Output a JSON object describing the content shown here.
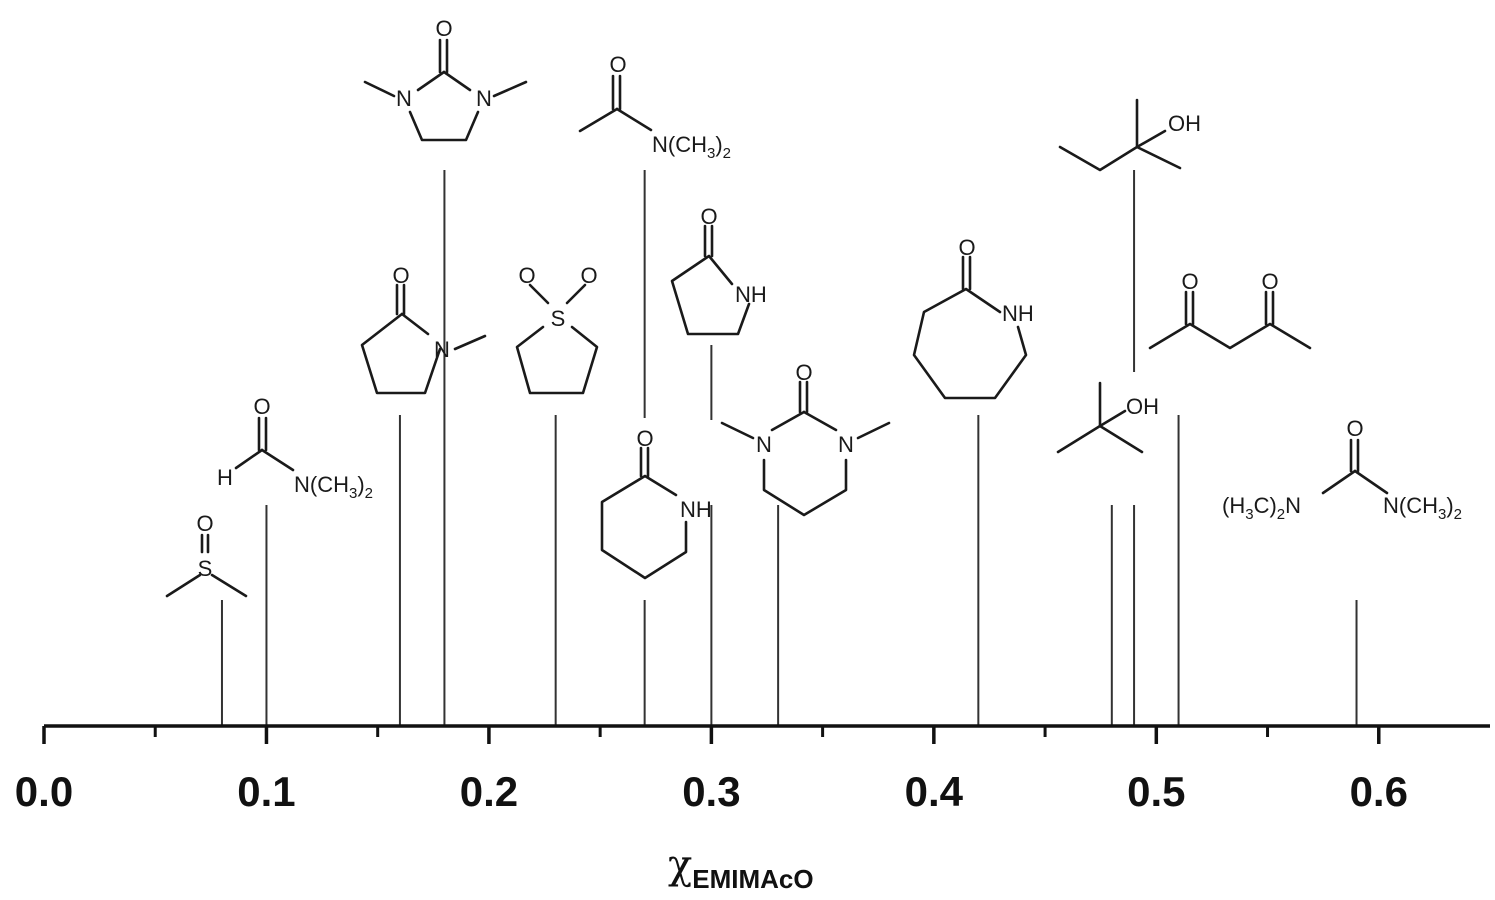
{
  "chart_data": {
    "type": "bar",
    "xlabel_main": "χ",
    "xlabel_sub": "EMIMAcO",
    "xlim": [
      0.0,
      0.65
    ],
    "major_ticks": [
      0.0,
      0.1,
      0.2,
      0.3,
      0.4,
      0.5,
      0.6
    ],
    "tick_labels": [
      "0.0",
      "0.1",
      "0.2",
      "0.3",
      "0.4",
      "0.5",
      "0.6"
    ],
    "minor_ticks": [
      0.05,
      0.15,
      0.25,
      0.35,
      0.45,
      0.55
    ],
    "grid": false,
    "legend": "none",
    "points": [
      {
        "x": 0.08,
        "structure": "dimethyl-sulfoxide",
        "level": 1
      },
      {
        "x": 0.1,
        "structure": "dimethylformamide",
        "level": 2
      },
      {
        "x": 0.16,
        "structure": "n-methyl-pyrrolidone",
        "level": 3
      },
      {
        "x": 0.18,
        "structure": "dimethyl-imidazolidinone",
        "level": 5
      },
      {
        "x": 0.23,
        "structure": "sulfolane",
        "level": 3
      },
      {
        "x": 0.27,
        "structure": "delta-valerolactam",
        "level": 1
      },
      {
        "x": 0.27,
        "structure": "dimethylacetamide",
        "level": 5
      },
      {
        "x": 0.3,
        "structure": "dimethyl-propyleneurea",
        "level": 2
      },
      {
        "x": 0.3,
        "structure": "2-pyrrolidone",
        "level": 4
      },
      {
        "x": 0.33,
        "structure": "dimethyl-propyleneurea",
        "level": 2
      },
      {
        "x": 0.42,
        "structure": "epsilon-caprolactam",
        "level": 3
      },
      {
        "x": 0.48,
        "structure": "tert-butanol",
        "level": 2
      },
      {
        "x": 0.49,
        "structure": "tert-butanol",
        "level": 2
      },
      {
        "x": 0.49,
        "structure": "tert-amyl-alcohol",
        "level": 5
      },
      {
        "x": 0.51,
        "structure": "acetylacetone",
        "level": 3
      },
      {
        "x": 0.59,
        "structure": "tetramethylurea",
        "level": 1
      }
    ]
  },
  "labels": {
    "dmf": {
      "h": "H",
      "o": "O",
      "n": "N(CH",
      "sub3": "3",
      "close": ")",
      "sub2": "2"
    },
    "dmac": {
      "o": "O",
      "n": "N(CH",
      "sub3": "3",
      "close": ")",
      "sub2": "2"
    },
    "tmu": {
      "o": "O",
      "left": "(H",
      "leftsub3": "3",
      "leftc": "C)",
      "leftsub2": "2",
      "leftn": "N",
      "right": "N(CH",
      "rightsub3": "3",
      "rightc": ")",
      "rightsub2": "2"
    },
    "dmso": {
      "o": "O",
      "s": "S"
    },
    "sulfolane": {
      "o1": "O",
      "o2": "O",
      "s": "S"
    },
    "nmp": {
      "o": "O",
      "n": "N"
    },
    "dmi": {
      "o": "O",
      "n1": "N",
      "n2": "N"
    },
    "dmpu": {
      "o": "O",
      "n1": "N",
      "n2": "N"
    },
    "valerolactam": {
      "o": "O",
      "nh": "NH"
    },
    "pyrrolidone": {
      "o": "O",
      "nh": "NH"
    },
    "caprolactam": {
      "o": "O",
      "nh": "NH"
    },
    "tbuoh": {
      "oh": "OH"
    },
    "tamyl": {
      "oh": "OH"
    },
    "acac": {
      "o1": "O",
      "o2": "O"
    }
  }
}
